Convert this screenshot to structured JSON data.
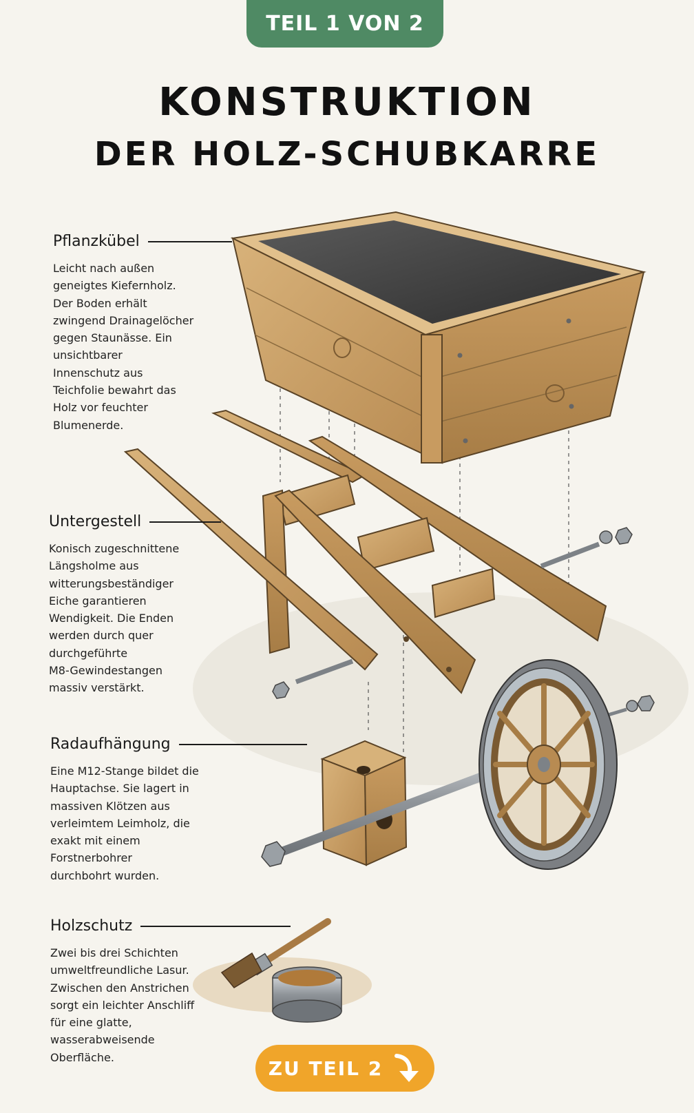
{
  "header": {
    "badge": "TEIL 1 VON 2",
    "title_line1": "KONSTRUKTION",
    "title_line2": "DER HOLZ-SCHUBKARRE"
  },
  "sections": [
    {
      "title": "Pflanzkübel",
      "body": "Leicht nach außen\ngeneigtes Kiefernholz.\nDer Boden erhält\nzwingend Drainagelöcher\ngegen Staunässe. Ein\nunsichtbarer\nInnenschutz aus\nTeichfolie bewahrt das\nHolz vor feuchter\nBlumenerde."
    },
    {
      "title": "Untergestell",
      "body": "Konisch zugeschnittene\nLängsholme aus\nwitterungsbeständiger\nEiche garantieren\nWendigkeit. Die Enden\nwerden durch quer\ndurchgeführte\nM8-Gewindestangen\nmassiv verstärkt."
    },
    {
      "title": "Radaufhängung",
      "body": "Eine M12-Stange bildet die\nHauptachse. Sie lagert in\nmassiven Klötzen aus\nverleimtem Leimholz, die\nexakt mit einem\nForstnerbohrer\ndurchbohrt wurden."
    },
    {
      "title": "Holzschutz",
      "body": "Zwei bis drei Schichten\numweltfreundliche Lasur.\nZwischen den Anstrichen\nsorgt ein leichter Anschliff\nfür eine glatte,\nwasserabweisende\nOberfläche."
    }
  ],
  "cta": {
    "label": "ZU TEIL 2",
    "icon": "arrow-down-right-icon"
  },
  "colors": {
    "badge": "#4f8a64",
    "cta": "#f0a52a",
    "wood": "#c9a06a",
    "wood_dark": "#8a6a3e",
    "liner": "#4a4a4a",
    "metal": "#9a9ea2"
  }
}
